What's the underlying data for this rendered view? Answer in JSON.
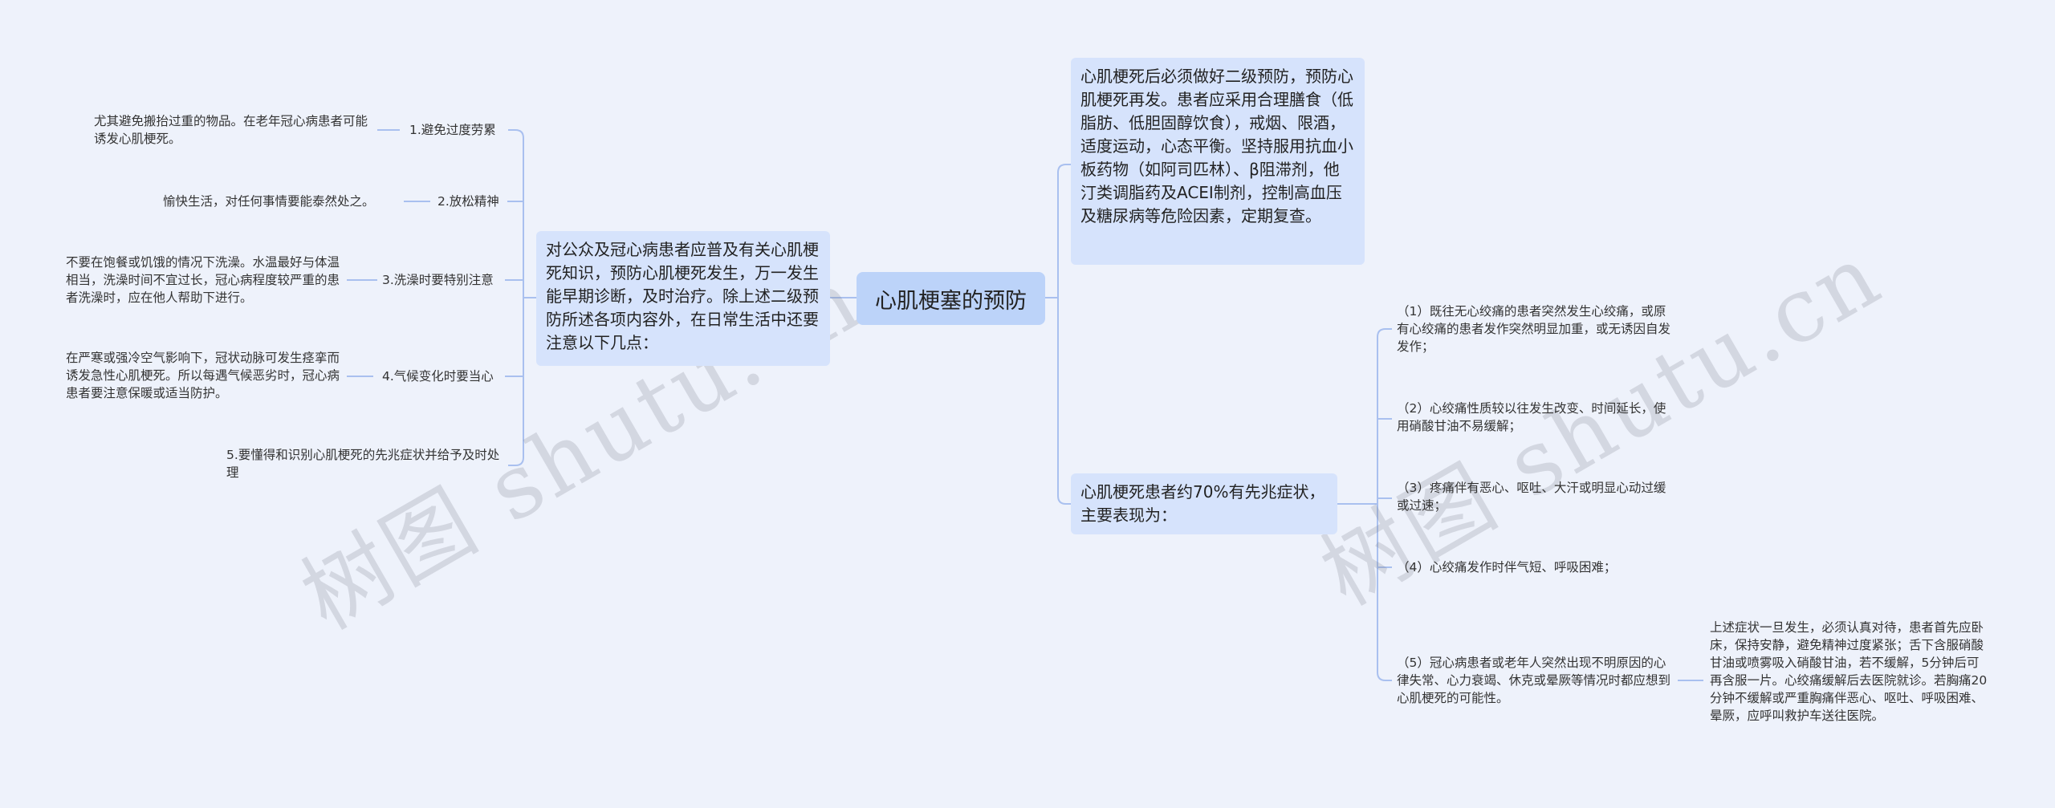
{
  "root": {
    "label": "心肌梗塞的预防"
  },
  "left_branch": {
    "text": "对公众及冠心病患者应普及有关心肌梗死知识，预防心肌梗死发生，万一发生能早期诊断，及时治疗。除上述二级预防所述各项内容外，在日常生活中还要注意以下几点：",
    "items": [
      {
        "label": "1.避免过度劳累",
        "detail": "尤其避免搬抬过重的物品。在老年冠心病患者可能诱发心肌梗死。"
      },
      {
        "label": "2.放松精神",
        "detail": "愉快生活，对任何事情要能泰然处之。"
      },
      {
        "label": "3.洗澡时要特别注意",
        "detail": "不要在饱餐或饥饿的情况下洗澡。水温最好与体温相当，洗澡时间不宜过长，冠心病程度较严重的患者洗澡时，应在他人帮助下进行。"
      },
      {
        "label": "4.气候变化时要当心",
        "detail": "在严寒或强冷空气影响下，冠状动脉可发生痉挛而诱发急性心肌梗死。所以每遇气候恶劣时，冠心病患者要注意保暖或适当防护。"
      },
      {
        "label": "5.要懂得和识别心肌梗死的先兆症状并给予及时处理",
        "detail": ""
      }
    ]
  },
  "right_branch_top": {
    "text": "心肌梗死后必须做好二级预防，预防心肌梗死再发。患者应采用合理膳食（低脂肪、低胆固醇饮食），戒烟、限酒，适度运动，心态平衡。坚持服用抗血小板药物（如阿司匹林）、β阻滞剂，他汀类调脂药及ACEI制剂，控制高血压及糖尿病等危险因素，定期复查。"
  },
  "right_branch_bottom": {
    "text": "心肌梗死患者约70%有先兆症状，主要表现为：",
    "items": [
      {
        "label": "（1）既往无心绞痛的患者突然发生心绞痛，或原有心绞痛的患者发作突然明显加重，或无诱因自发发作；"
      },
      {
        "label": "（2）心绞痛性质较以往发生改变、时间延长，使用硝酸甘油不易缓解；"
      },
      {
        "label": "（3）疼痛伴有恶心、呕吐、大汗或明显心动过缓或过速；"
      },
      {
        "label": "（4）心绞痛发作时伴气短、呼吸困难；"
      },
      {
        "label": "（5）冠心病患者或老年人突然出现不明原因的心律失常、心力衰竭、休克或晕厥等情况时都应想到心肌梗死的可能性。",
        "detail": "上述症状一旦发生，必须认真对待，患者首先应卧床，保持安静，避免精神过度紧张；舌下含服硝酸甘油或喷雾吸入硝酸甘油，若不缓解，5分钟后可再含服一片。心绞痛缓解后去医院就诊。若胸痛20分钟不缓解或严重胸痛伴恶心、呕吐、呼吸困难、晕厥，应呼叫救护车送往医院。"
      }
    ]
  },
  "watermark": {
    "text": "树图 shutu.cn"
  },
  "colors": {
    "background": "#eef2fb",
    "root_fill": "#bcd3f9",
    "box_fill": "#d6e3fc",
    "connector": "#a9c0ef"
  }
}
